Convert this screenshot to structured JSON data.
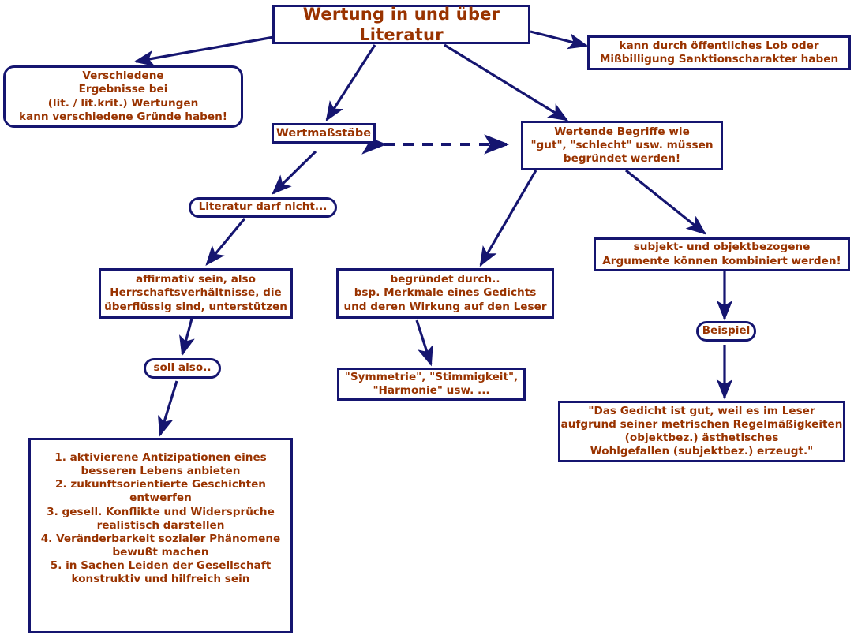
{
  "diagram": {
    "title": "Wertung in und über Literatur",
    "accent_border_color": "#151570",
    "text_color": "#993300",
    "background_color": "#ffffff",
    "nodes": {
      "title": {
        "label": "Wertung in und über Literatur"
      },
      "sanktion": {
        "lines": [
          "kann durch öffentliches Lob oder",
          "Mißbilligung Sanktionscharakter haben"
        ]
      },
      "verschiedene": {
        "lines": [
          "Verschiedene",
          "Ergebnisse bei",
          "(lit. / lit.krit.) Wertungen",
          "kann verschiedene Gründe haben!"
        ]
      },
      "wertmassstaebe": {
        "label": "Wertmaßstäbe"
      },
      "wertende_begriffe": {
        "lines": [
          "Wertende Begriffe wie",
          "\"gut\", \"schlecht\" usw. müssen",
          "begründet werden!"
        ]
      },
      "literatur_darf_nicht": {
        "label": "Literatur darf nicht..."
      },
      "affirmativ": {
        "lines": [
          "affirmativ sein, also",
          "Herrschaftsverhältnisse, die",
          "überflüssig sind, unterstützen"
        ]
      },
      "begruendet_durch": {
        "lines": [
          "begründet durch..",
          "bsp. Merkmale eines Gedichts",
          "und deren Wirkung auf den Leser"
        ]
      },
      "subjekt_objekt": {
        "lines": [
          "subjekt- und objektbezogene",
          "Argumente können kombiniert werden!"
        ]
      },
      "soll_also": {
        "label": "soll also.."
      },
      "symmetrie": {
        "lines": [
          "\"Symmetrie\", \"Stimmigkeit\",",
          "\"Harmonie\" usw. ..."
        ]
      },
      "beispiel": {
        "label": "Beispiel"
      },
      "gedicht_zitat": {
        "lines": [
          "\"Das Gedicht ist gut, weil es im Leser",
          "aufgrund seiner metrischen Regelmäßigkeiten",
          "(objektbez.) ästhetisches",
          "Wohlgefallen (subjektbez.) erzeugt.\""
        ]
      },
      "massnahmen_liste": {
        "items": [
          [
            "1. aktivierene Antizipationen eines",
            "besseren Lebens anbieten"
          ],
          [
            "2. zukunftsorientierte Geschichten",
            "entwerfen"
          ],
          [
            "3. gesell. Konflikte und Widersprüche",
            "realistisch darstellen"
          ],
          [
            "4. Veränderbarkeit sozialer Phänomene",
            "bewußt machen"
          ],
          [
            "5. in Sachen Leiden der Gesellschaft",
            "konstruktiv und hilfreich sein"
          ]
        ]
      }
    }
  }
}
